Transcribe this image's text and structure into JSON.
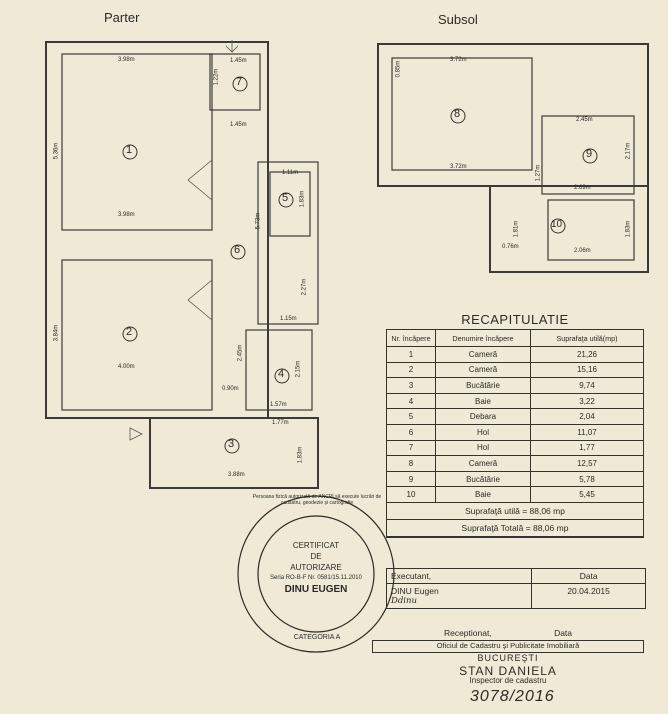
{
  "headings": {
    "ground_floor": "Parter",
    "basement": "Subsol"
  },
  "rooms": [
    "1",
    "2",
    "3",
    "4",
    "5",
    "6",
    "7",
    "8",
    "9",
    "10"
  ],
  "dimensions": {
    "r1_top": "3.98m",
    "r1_side": "5.36m",
    "r1_bottom": "3.98m",
    "r2_side": "3.84m",
    "r2_bottom": "4.00m",
    "r3_top": "1.77m",
    "r3_bottom": "3.88m",
    "r3_side": "1.83m",
    "r4_side": "2.45m",
    "r4_inner": "2.15m",
    "r4_bottom": "1.57m",
    "r4_door": "0.90m",
    "r5_top": "1.11m",
    "r5_side": "1.83m",
    "r6_side": "5.73m",
    "r6_lower": "2.27m",
    "r6_bottom": "1.15m",
    "r7_top": "1.45m",
    "r7_side": "1.22m",
    "r7_bottom": "1.45m",
    "r8_top": "3.72m",
    "r8_side": "0.85m",
    "r8_bottom": "3.72m",
    "r9_top": "2.45m",
    "r9_side": "2.17m",
    "r9_left": "1.27m",
    "r9_bottom": "2.69m",
    "r10_left": "1.81m",
    "r10_side": "1.83m",
    "r10_bottom": "2.06m",
    "r10_small": "0.76m"
  },
  "recap": {
    "title": "RECAPITULATIE",
    "headers": [
      "Nr. încăpere",
      "Denumire încăpere",
      "Suprafaţa utilă(mp)"
    ],
    "rows": [
      [
        "1",
        "Cameră",
        "21,26"
      ],
      [
        "2",
        "Cameră",
        "15,16"
      ],
      [
        "3",
        "Bucătărie",
        "9,74"
      ],
      [
        "4",
        "Baie",
        "3,22"
      ],
      [
        "5",
        "Debara",
        "2,04"
      ],
      [
        "6",
        "Hol",
        "11,07"
      ],
      [
        "7",
        "Hol",
        "1,77"
      ],
      [
        "8",
        "Cameră",
        "12,57"
      ],
      [
        "9",
        "Bucătărie",
        "5,78"
      ],
      [
        "10",
        "Baie",
        "5,45"
      ]
    ],
    "total_useful": "Suprafaţă utilă = 88,06 mp",
    "total_total": "Suprafaţă Totală = 88,06 mp"
  },
  "executant": {
    "label": "Executant,",
    "date_label": "Data",
    "name": "DINU Eugen",
    "date": "20.04.2015",
    "signature": "Ddinu"
  },
  "receptionat": {
    "label": "Receptionat,",
    "date_label": "Data",
    "office": "Oficiul de Cadastru şi Publicitate Imobiliară",
    "city": "BUCUREŞTI",
    "name": "STAN DANIELA",
    "role": "Inspector de cadastru",
    "number": "3078/2016"
  },
  "stamp": {
    "line1": "CERTIFICAT",
    "line2": "DE",
    "line3": "AUTORIZARE",
    "series": "Seria RO-B-F Nr. 0581/15.11.2010",
    "holder": "DINU EUGEN",
    "category": "CATEGORIA A",
    "ring": "Persoana fizică autorizată de ANCPI să execute lucrări de cadastru, geodezie şi cartografie"
  }
}
